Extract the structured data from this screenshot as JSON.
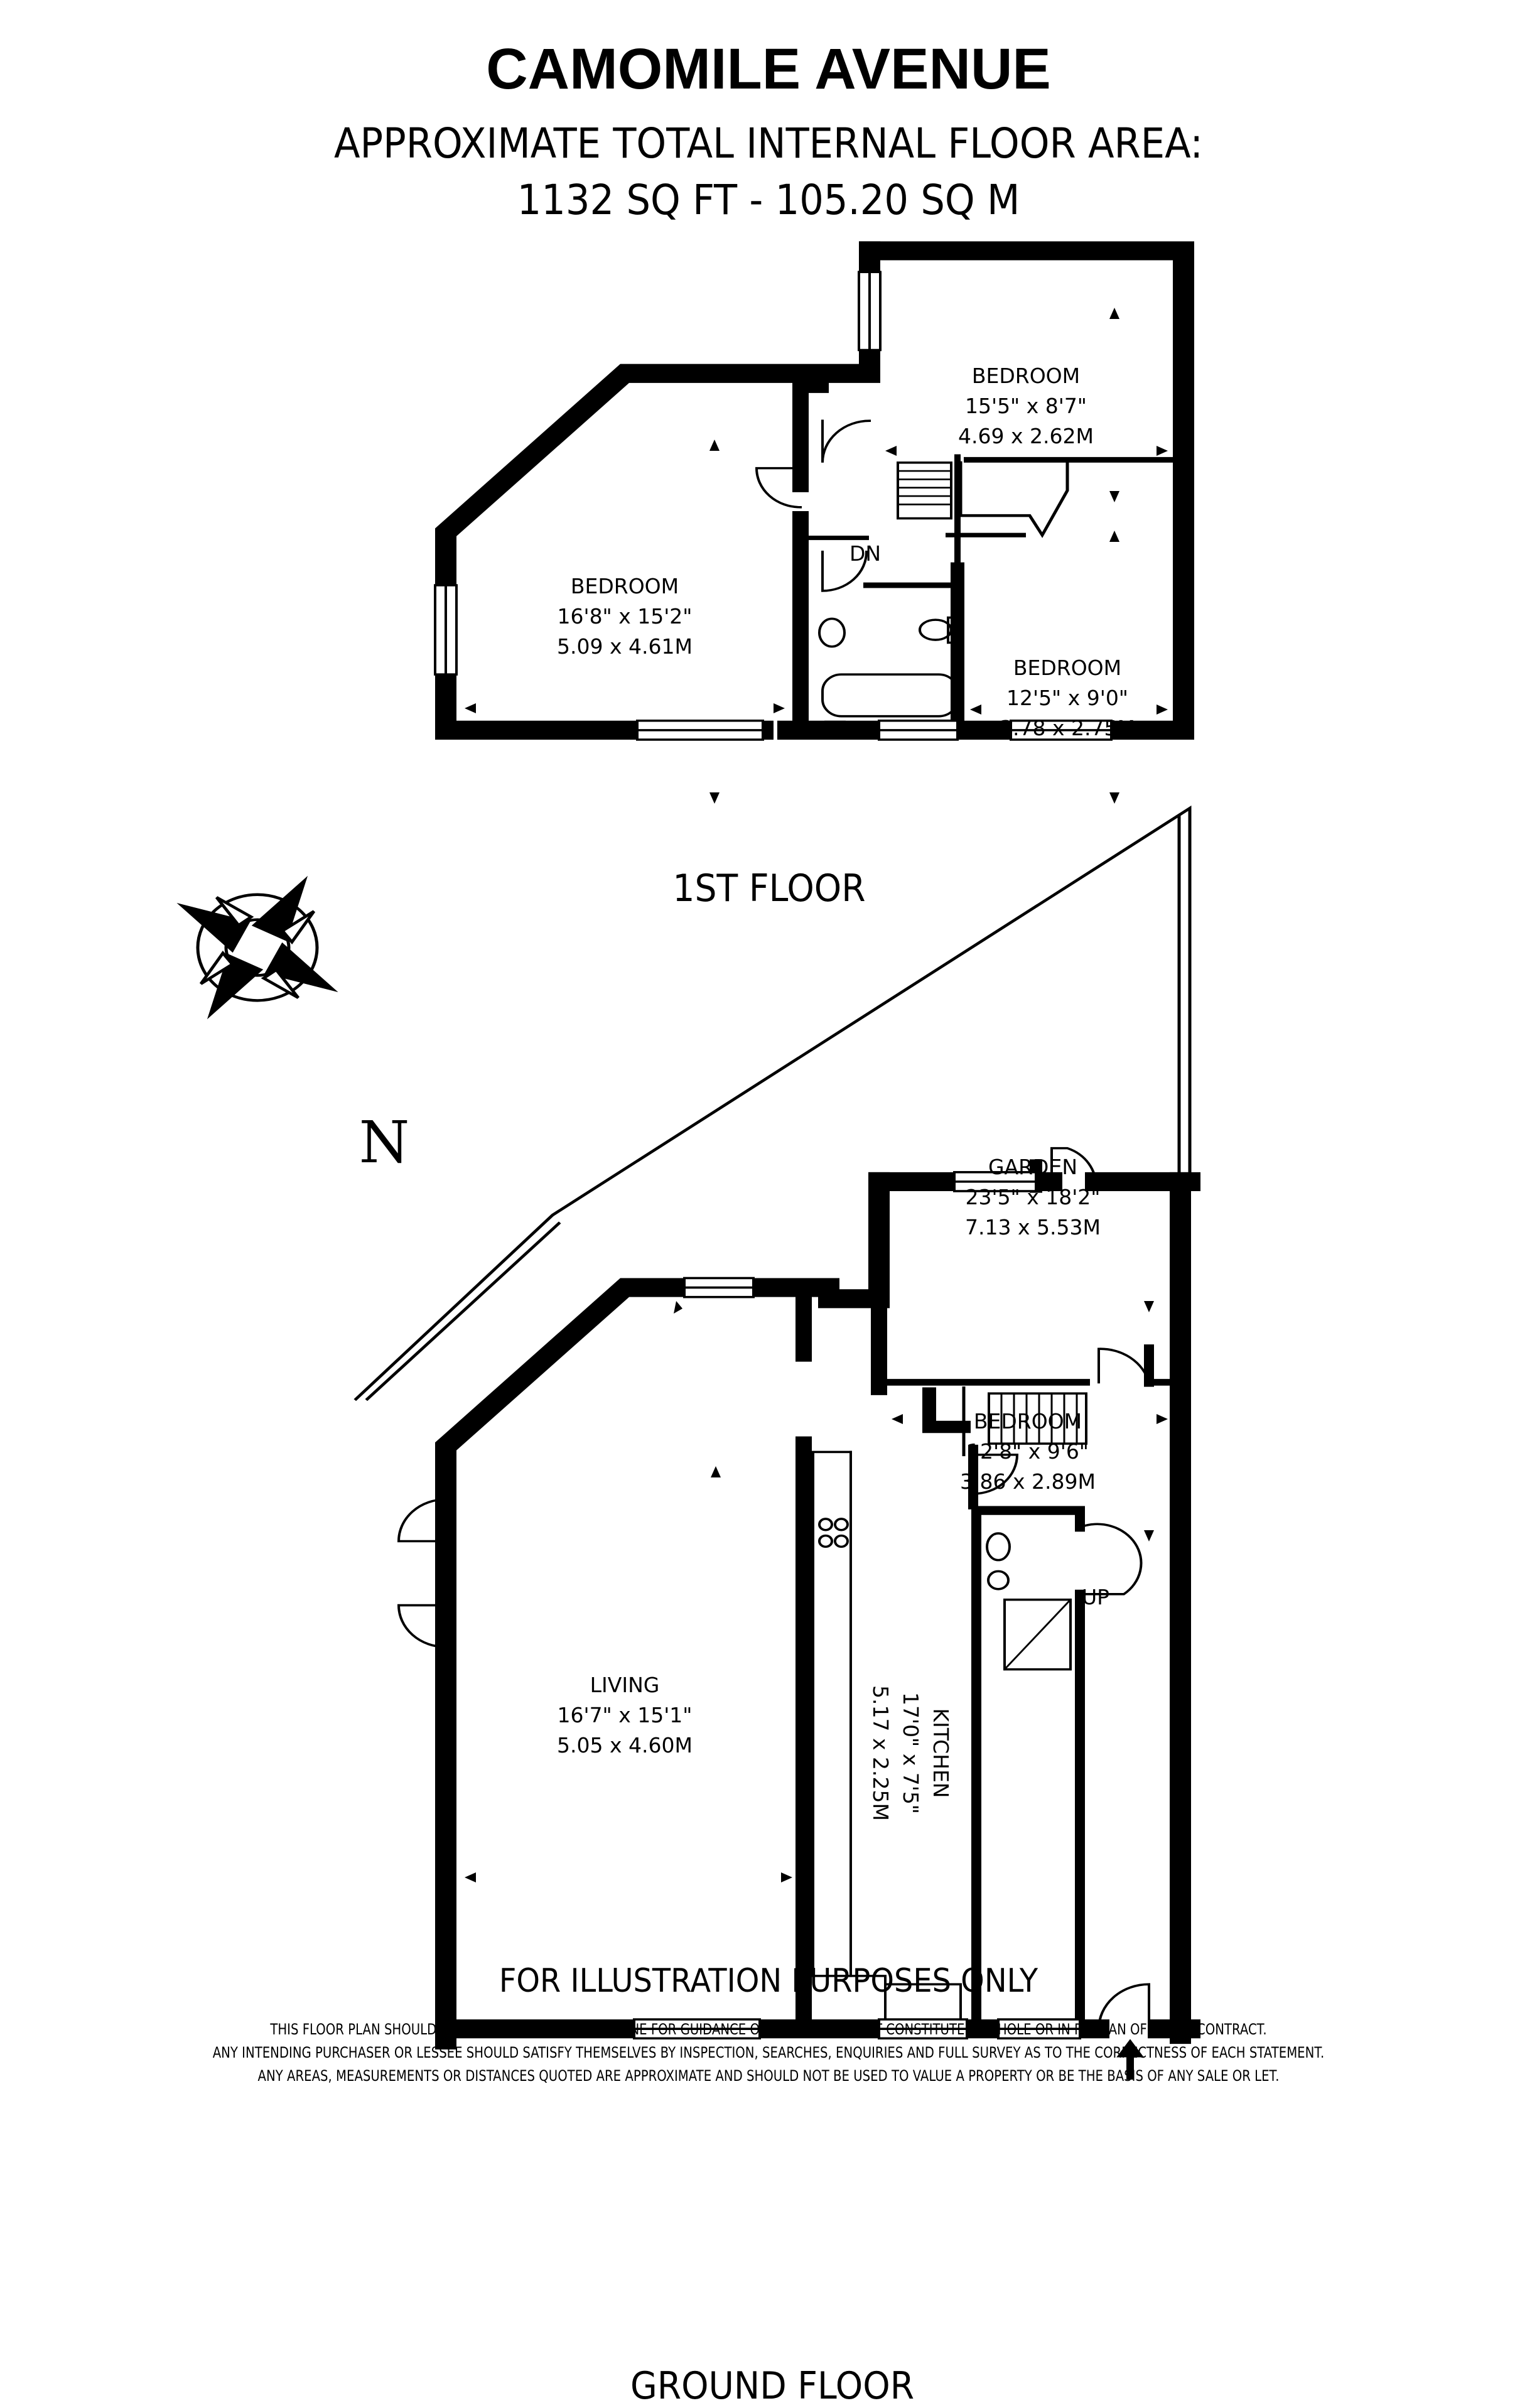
{
  "title": "CAMOMILE AVENUE",
  "area_line1": "APPROXIMATE TOTAL INTERNAL FLOOR AREA:",
  "area_line2": "1132 SQ FT - 105.20 SQ M",
  "first_floor": {
    "label": "1ST FLOOR",
    "bedroom_1": {
      "name": "BEDROOM",
      "imperial": "15'5\" x 8'7\"",
      "metric": "4.69 x 2.62M"
    },
    "bedroom_2": {
      "name": "BEDROOM",
      "imperial": "16'8\" x 15'2\"",
      "metric": "5.09 x 4.61M"
    },
    "bedroom_3": {
      "name": "BEDROOM",
      "imperial": "12'5\" x 9'0\"",
      "metric": "3.78 x 2.75M"
    },
    "stairs_label": "DN"
  },
  "ground_floor": {
    "label": "GROUND FLOOR",
    "garden": {
      "name": "GARDEN",
      "imperial": "23'5\" x 18'2\"",
      "metric": "7.13 x 5.53M"
    },
    "bedroom": {
      "name": "BEDROOM",
      "imperial": "12'8\" x 9'6\"",
      "metric": "3.86 x 2.89M"
    },
    "living": {
      "name": "LIVING",
      "imperial": "16'7\" x 15'1\"",
      "metric": "5.05 x 4.60M"
    },
    "kitchen": {
      "name": "KITCHEN",
      "imperial": "17'0\" x 7'5\"",
      "metric": "5.17 x 2.25M"
    },
    "stairs_label": "UP"
  },
  "compass_letter": "N",
  "footer": {
    "heading": "FOR ILLUSTRATION PURPOSES ONLY",
    "line1": "THIS FLOOR PLAN SHOULD BE USED AS A GENERAL OUTLINE FOR GUIDANCE ONLY AND DOES NOT CONSTITUTE IN WHOLE OR IN PART AN OFFER OR CONTRACT.",
    "line2": "ANY INTENDING PURCHASER OR LESSEE SHOULD SATISFY THEMSELVES BY INSPECTION, SEARCHES, ENQUIRIES AND FULL SURVEY AS TO THE CORRECTNESS OF EACH STATEMENT.",
    "line3": "ANY AREAS, MEASUREMENTS OR DISTANCES QUOTED ARE APPROXIMATE AND SHOULD NOT BE USED TO VALUE A PROPERTY OR BE THE BASIS OF ANY SALE OR LET."
  }
}
